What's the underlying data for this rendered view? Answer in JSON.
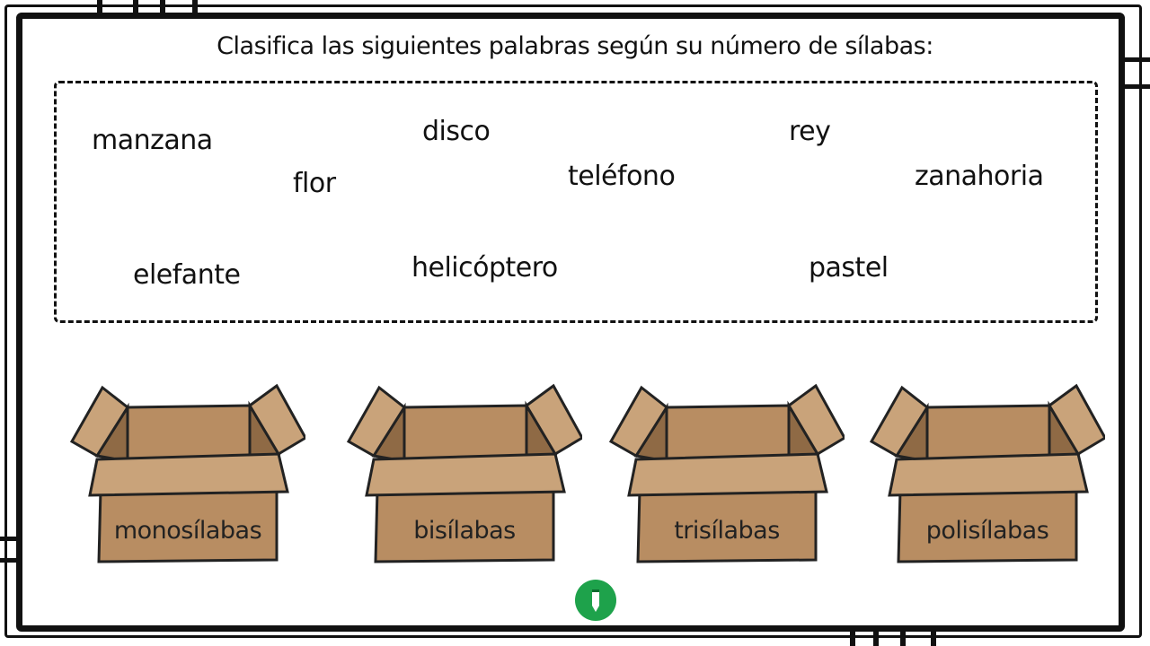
{
  "title": "Clasifica las siguientes palabras según su número de sílabas:",
  "words": [
    "manzana",
    "disco",
    "rey",
    "flor",
    "teléfono",
    "zanahoria",
    "elefante",
    "helicóptero",
    "pastel"
  ],
  "boxes": [
    "monosílabas",
    "bisílabas",
    "trisílabas",
    "polisílabas"
  ],
  "colors": {
    "box_light": "#c9a37a",
    "box_mid": "#b88d62",
    "box_dark": "#8f6a45",
    "logo": "#1ea24b"
  },
  "logo": {
    "icon": "pencil-logo-icon"
  }
}
